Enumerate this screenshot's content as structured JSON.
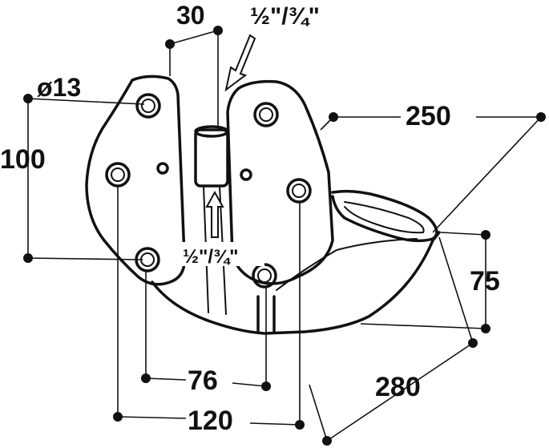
{
  "dimensions": {
    "hole_diameter": "ø13",
    "height": "100",
    "top_offset": "30",
    "width_overall": "250",
    "bowl_height": "75",
    "depth": "280",
    "hole_spacing_inner": "76",
    "hole_spacing_outer": "120"
  },
  "connections": {
    "top_thread": "½\"/¾\"",
    "bottom_thread": "½\"/¾\""
  }
}
